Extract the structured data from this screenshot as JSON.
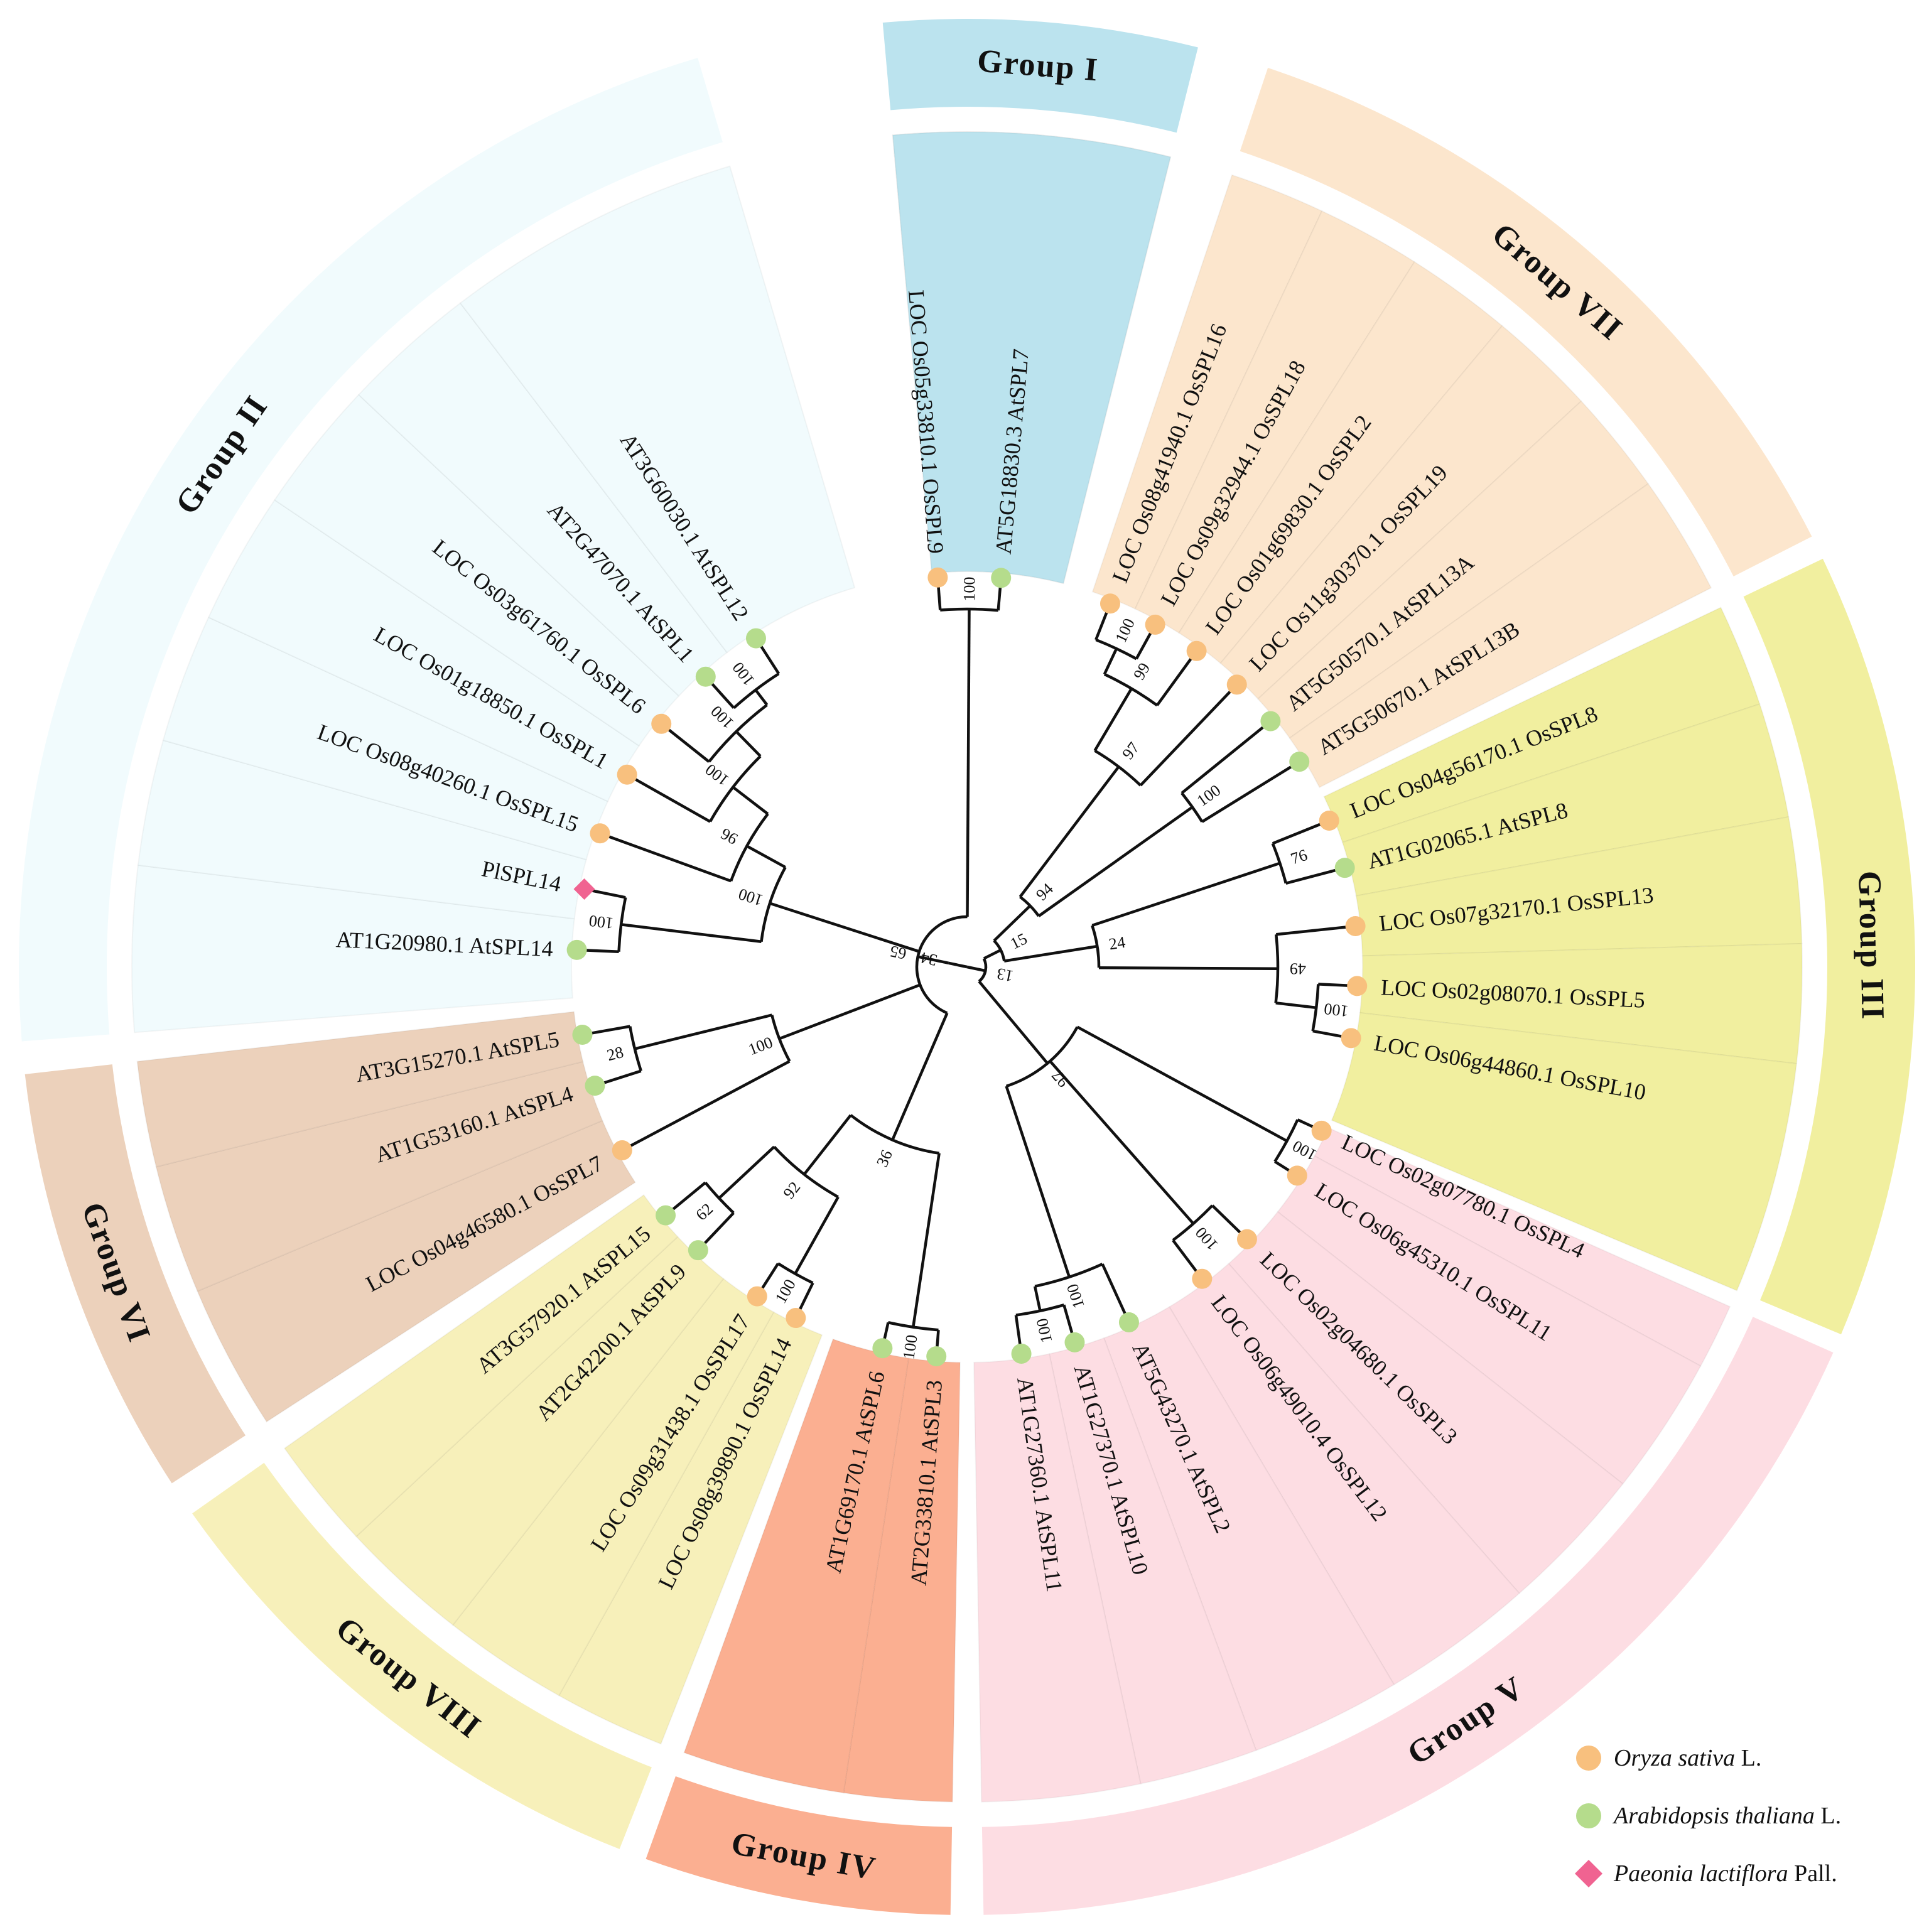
{
  "colors": {
    "rice": "#F8C07E",
    "arabidopsis": "#B5DC8C",
    "paeonia": "#F06391",
    "branch": "#111111"
  },
  "groups": [
    {
      "name": "Group I",
      "color": "#BBE3EE",
      "from": -5.1,
      "to": 14.1
    },
    {
      "name": "Group VII",
      "color": "#FCE6CD",
      "from": 18.5,
      "to": 63.0
    },
    {
      "name": "Group III",
      "color": "#F1EF9F",
      "from": 64.5,
      "to": 112.8
    },
    {
      "name": "Group V",
      "color": "#FDDDE3",
      "from": 114.0,
      "to": 179.0
    },
    {
      "name": "Group IV",
      "color": "#FBAF91",
      "from": 181.0,
      "to": 199.8
    },
    {
      "name": "Group VIII",
      "color": "#F7F0BA",
      "from": 201.5,
      "to": 234.8
    },
    {
      "name": "Group VI",
      "color": "#ECD1BB",
      "from": 237.0,
      "to": 263.5
    },
    {
      "name": "Group II",
      "color": "#F1FBFD",
      "from": 265.5,
      "to": 343.5
    }
  ],
  "leaves": [
    {
      "name": "AT5G18830.3 AtSPL7",
      "sp": "arabidopsis",
      "ang": 5.0,
      "bg": "#BBE3EE"
    },
    {
      "name": "LOC Os05g33810.1 OsSPL9",
      "sp": "rice",
      "ang": -4.3,
      "bg": "#BBE3EE"
    },
    {
      "name": "LOC Os08g41940.1 OsSPL16",
      "sp": "rice",
      "ang": 21.5,
      "bg": "#FCE6CD"
    },
    {
      "name": "LOC Os09g32944.1 OsSPL18",
      "sp": "rice",
      "ang": 28.8,
      "bg": "#FCE6CD"
    },
    {
      "name": "LOC Os01g69830.1 OsSPL2",
      "sp": "rice",
      "ang": 36.0,
      "bg": "#FCE6CD"
    },
    {
      "name": "LOC Os11g30370.1 OsSPL19",
      "sp": "rice",
      "ang": 43.7,
      "bg": "#FCE6CD"
    },
    {
      "name": "AT5G50570.1 AtSPL13A",
      "sp": "arabidopsis",
      "ang": 51.0,
      "bg": "#FCE6CD"
    },
    {
      "name": "AT5G50670.1 AtSPL13B",
      "sp": "arabidopsis",
      "ang": 58.3,
      "bg": "#FCE6CD"
    },
    {
      "name": "LOC Os04g56170.1 OsSPL8",
      "sp": "rice",
      "ang": 68.0,
      "bg": "#F1EF9F"
    },
    {
      "name": "AT1G02065.1 AtSPL8",
      "sp": "arabidopsis",
      "ang": 75.3,
      "bg": "#F1EF9F"
    },
    {
      "name": "LOC Os07g32170.1 OsSPL13",
      "sp": "rice",
      "ang": 84.0,
      "bg": "#F1EF9F"
    },
    {
      "name": "LOC Os02g08070.1 OsSPL5",
      "sp": "rice",
      "ang": 92.8,
      "bg": "#F1EF9F"
    },
    {
      "name": "LOC Os06g44860.1 OsSPL10",
      "sp": "rice",
      "ang": 100.5,
      "bg": "#F1EF9F"
    },
    {
      "name": "LOC Os02g07780.1 OsSPL4",
      "sp": "rice",
      "ang": 114.8,
      "bg": "#FDDDE3"
    },
    {
      "name": "LOC Os06g45310.1 OsSPL11",
      "sp": "rice",
      "ang": 122.3,
      "bg": "#FDDDE3"
    },
    {
      "name": "LOC Os02g04680.1 OsSPL3",
      "sp": "rice",
      "ang": 134.2,
      "bg": "#FDDDE3"
    },
    {
      "name": "LOC Os06g49010.4 OsSPL12",
      "sp": "rice",
      "ang": 143.0,
      "bg": "#FDDDE3"
    },
    {
      "name": "AT5G43270.1 AtSPL2",
      "sp": "arabidopsis",
      "ang": 155.5,
      "bg": "#FDDDE3"
    },
    {
      "name": "AT1G27370.1 AtSPL10",
      "sp": "arabidopsis",
      "ang": 164.0,
      "bg": "#FDDDE3"
    },
    {
      "name": "AT1G27360.1 AtSPL11",
      "sp": "arabidopsis",
      "ang": 172.0,
      "bg": "#FDDDE3"
    },
    {
      "name": "AT2G33810.1 AtSPL3",
      "sp": "arabidopsis",
      "ang": 184.5,
      "bg": "#FBAF91"
    },
    {
      "name": "AT1G69170.1 AtSPL6",
      "sp": "arabidopsis",
      "ang": 192.5,
      "bg": "#FBAF91"
    },
    {
      "name": "LOC Os08g39890.1 OsSPL14",
      "sp": "rice",
      "ang": 206.0,
      "bg": "#F7F0BA"
    },
    {
      "name": "LOC Os09g31438.1 OsSPL17",
      "sp": "rice",
      "ang": 212.5,
      "bg": "#F7F0BA"
    },
    {
      "name": "AT2G42200.1 AtSPL9",
      "sp": "arabidopsis",
      "ang": 223.5,
      "bg": "#F7F0BA"
    },
    {
      "name": "AT3G57920.1 AtSPL15",
      "sp": "arabidopsis",
      "ang": 230.5,
      "bg": "#F7F0BA"
    },
    {
      "name": "LOC Os04g46580.1 OsSPL7",
      "sp": "rice",
      "ang": 242.0,
      "bg": "#ECD1BB"
    },
    {
      "name": "AT1G53160.1 AtSPL4",
      "sp": "arabidopsis",
      "ang": 252.3,
      "bg": "#ECD1BB"
    },
    {
      "name": "AT3G15270.1 AtSPL5",
      "sp": "arabidopsis",
      "ang": 260.0,
      "bg": "#ECD1BB"
    },
    {
      "name": "AT1G20980.1 AtSPL14",
      "sp": "arabidopsis",
      "ang": 272.5,
      "bg": "#F1FBFD"
    },
    {
      "name": "PlSPL14",
      "sp": "paeonia",
      "ang": 281.5,
      "bg": "#F1FBFD"
    },
    {
      "name": "LOC Os08g40260.1 OsSPL15",
      "sp": "rice",
      "ang": 290.0,
      "bg": "#F1FBFD"
    },
    {
      "name": "LOC Os01g18850.1 OsSPL1",
      "sp": "rice",
      "ang": 299.5,
      "bg": "#F1FBFD"
    },
    {
      "name": "LOC Os03g61760.1 OsSPL6",
      "sp": "rice",
      "ang": 308.5,
      "bg": "#F1FBFD"
    },
    {
      "name": "AT2G47070.1 AtSPL1",
      "sp": "arabidopsis",
      "ang": 318.0,
      "bg": "#F1FBFD"
    },
    {
      "name": "AT3G60030.1 AtSPL12",
      "sp": "arabidopsis",
      "ang": 327.3,
      "bg": "#F1FBFD"
    }
  ],
  "bootstraps": [
    "100",
    "100",
    "99",
    "97",
    "100",
    "94",
    "76",
    "100",
    "49",
    "24",
    "15",
    "100",
    "100",
    "100",
    "100",
    "100",
    "97",
    "13",
    "100",
    "92",
    "62",
    "100",
    "36",
    "100",
    "28",
    "100",
    "100",
    "100",
    "100",
    "96",
    "100",
    "100",
    "65",
    "34"
  ],
  "legend": [
    {
      "sp": "rice",
      "italic": "Oryza sativa",
      "rest": " L."
    },
    {
      "sp": "arabidopsis",
      "italic": "Arabidopsis thaliana",
      "rest": " L."
    },
    {
      "sp": "paeonia",
      "italic": "Paeonia lactiflora",
      "rest": " Pall."
    }
  ]
}
